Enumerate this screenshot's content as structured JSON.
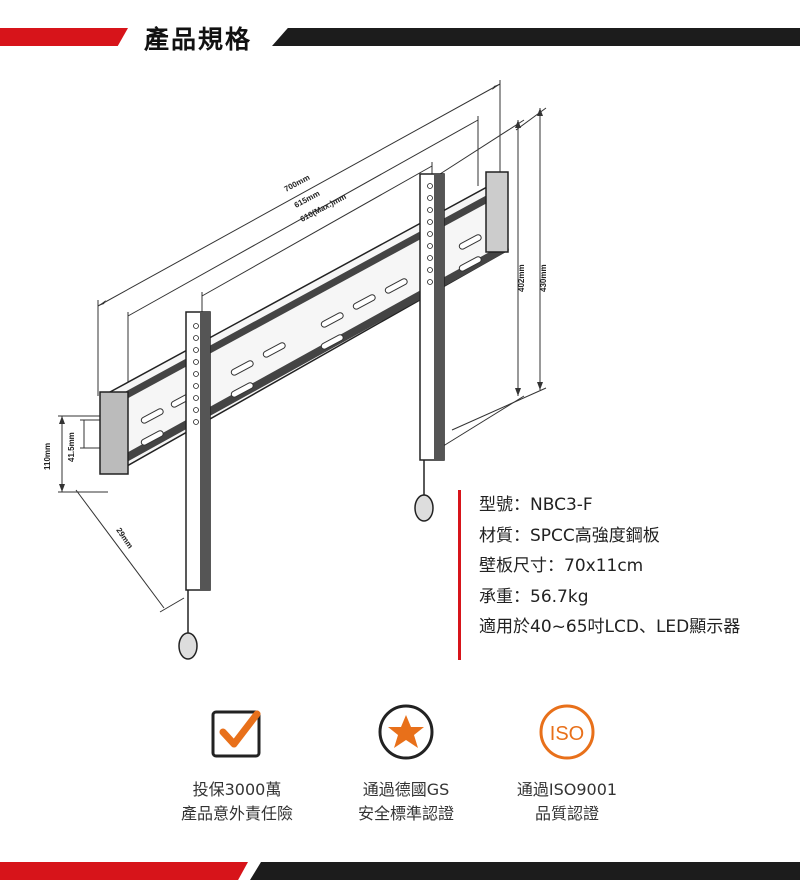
{
  "header": {
    "title": "產品規格"
  },
  "diagram": {
    "dim_700": "700mm",
    "dim_615": "615mm",
    "dim_610": "610(Max.)mm",
    "dim_402": "402mm",
    "dim_430": "430mm",
    "dim_110": "110mm",
    "dim_41_5": "41.5mm",
    "dim_29": "29mm"
  },
  "specs": [
    "型號：NBC3-F",
    "材質：SPCC高強度鋼板",
    "壁板尺寸：70x11cm",
    "承重：56.7kg",
    "適用於40~65吋LCD、LED顯示器"
  ],
  "badges": [
    {
      "icon": "checkmark-icon",
      "line1": "投保3000萬",
      "line2": "產品意外責任險"
    },
    {
      "icon": "star-icon",
      "line1": "通過德國GS",
      "line2": "安全標準認證"
    },
    {
      "icon": "iso-icon",
      "label": "ISO",
      "line1": "通過ISO9001",
      "line2": "品質認證"
    }
  ],
  "colors": {
    "accent": "#d7141a",
    "dark": "#1c1c1c",
    "orange": "#e8701a"
  }
}
